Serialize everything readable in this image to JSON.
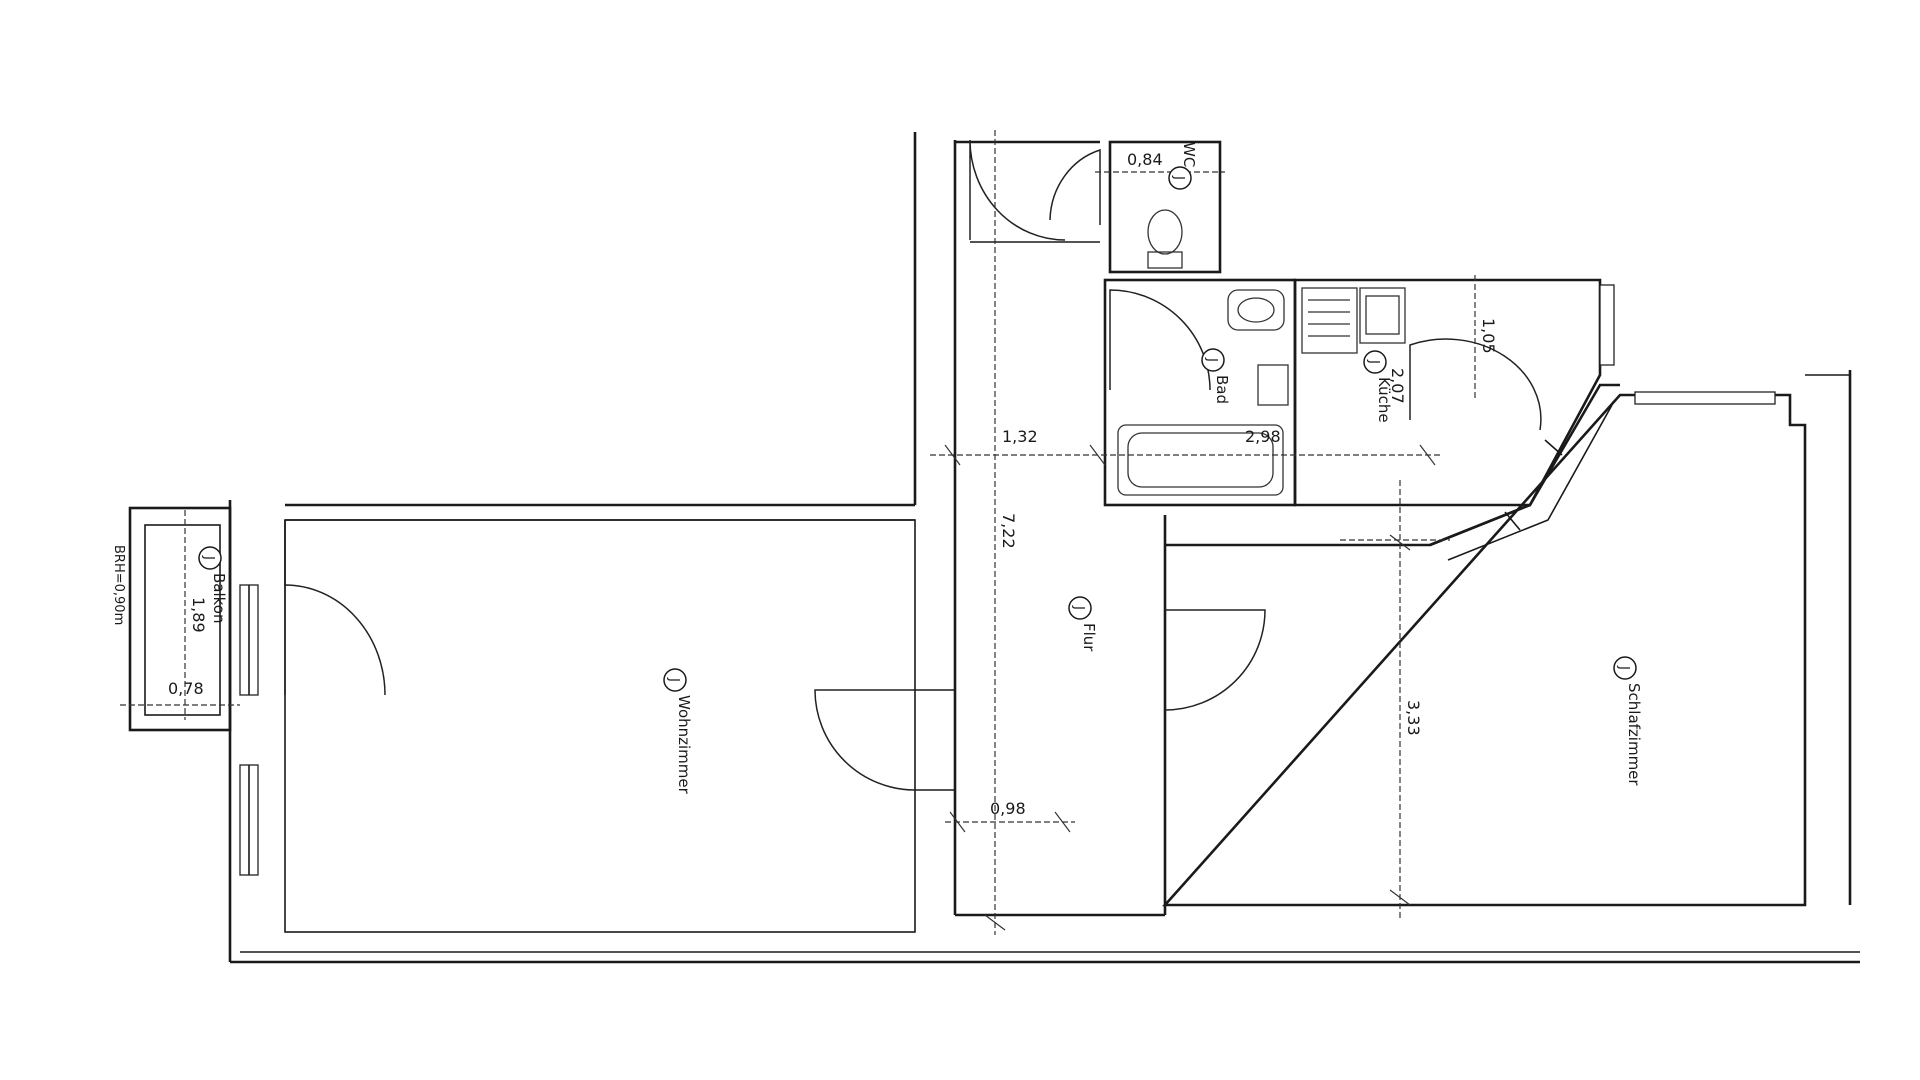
{
  "plan": {
    "rooms": [
      {
        "id": "wohnzimmer",
        "name": "Wohnzimmer",
        "marker": "J"
      },
      {
        "id": "flur",
        "name": "Flur",
        "marker": "J"
      },
      {
        "id": "schlafzimmer",
        "name": "Schlafzimmer",
        "marker": "J"
      },
      {
        "id": "bad",
        "name": "Bad",
        "marker": "J"
      },
      {
        "id": "kueche",
        "name": "Küche",
        "marker": "J"
      },
      {
        "id": "wc",
        "name": "WC",
        "marker": "J"
      },
      {
        "id": "balkon",
        "name": "Balkon",
        "marker": "J"
      }
    ],
    "dimensions": {
      "wc_width": "0,84",
      "kitchen_height": "1,05",
      "kitchen_width": "2,07",
      "hall_span": "1,32",
      "bath_kitchen_span": "2,98",
      "hall_length": "7,22",
      "hall_width": "0,98",
      "bedroom_depth": "3,33",
      "balcony_length": "1,89",
      "balcony_width": "0,78",
      "balcony_area": "BRH=0,90m"
    }
  }
}
